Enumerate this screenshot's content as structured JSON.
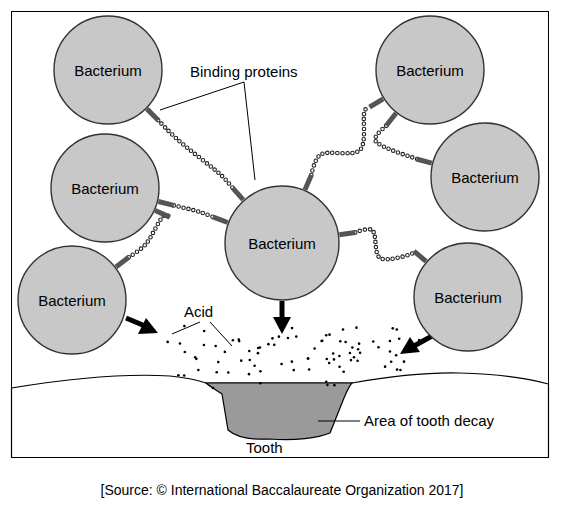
{
  "diagram": {
    "caption": "[Source: © International Baccalaureate Organization 2017]",
    "nodes": [
      {
        "text": [
          "Bacterium"
        ]
      },
      {
        "text": [
          "Bacterium"
        ]
      },
      {
        "text": [
          "Bacterium"
        ]
      },
      {
        "text": [
          "Bacterium"
        ]
      },
      {
        "text": [
          "Bacterium"
        ]
      },
      {
        "text": [
          "Bacterium"
        ]
      },
      {
        "text": [
          "Bacterium"
        ]
      }
    ],
    "edges": [
      {
        "from": 0,
        "to": 4,
        "arrow": "none"
      },
      {
        "from": 2,
        "to": 4,
        "arrow": "none"
      },
      {
        "from": 5,
        "to": 2,
        "arrow": "none"
      },
      {
        "from": 4,
        "to": 1,
        "arrow": "none"
      },
      {
        "from": 1,
        "to": 3,
        "arrow": "none"
      },
      {
        "from": 4,
        "to": 6,
        "arrow": "none"
      }
    ],
    "labels": [
      "Binding proteins",
      "Acid",
      "Area of tooth decay",
      "Tooth"
    ]
  }
}
